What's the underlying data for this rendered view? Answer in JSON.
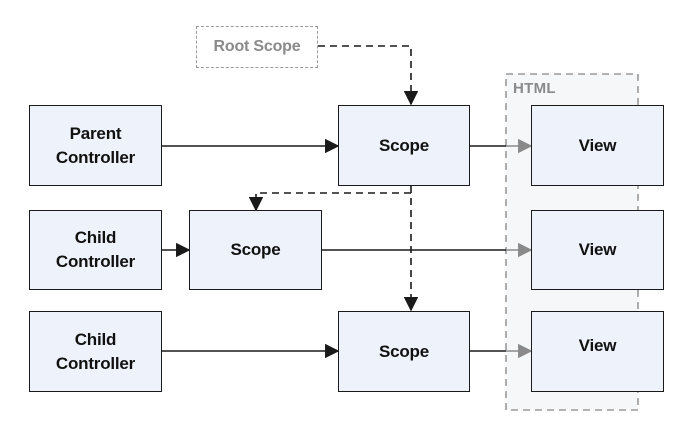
{
  "diagram": {
    "root_scope": "Root Scope",
    "html_label": "HTML",
    "controllers": [
      {
        "label": "Parent\nController"
      },
      {
        "label": "Child\nController"
      },
      {
        "label": "Child\nController"
      }
    ],
    "scopes": [
      {
        "label": "Scope"
      },
      {
        "label": "Scope"
      },
      {
        "label": "Scope"
      }
    ],
    "views": [
      {
        "label": "View"
      },
      {
        "label": "View"
      },
      {
        "label": "View"
      }
    ]
  },
  "colors": {
    "box_fill": "#eef2fa",
    "box_border": "#1a1a1a",
    "dashed_gray": "#9a9a9a",
    "text": "#111111",
    "label_gray": "#8a8a8a"
  }
}
